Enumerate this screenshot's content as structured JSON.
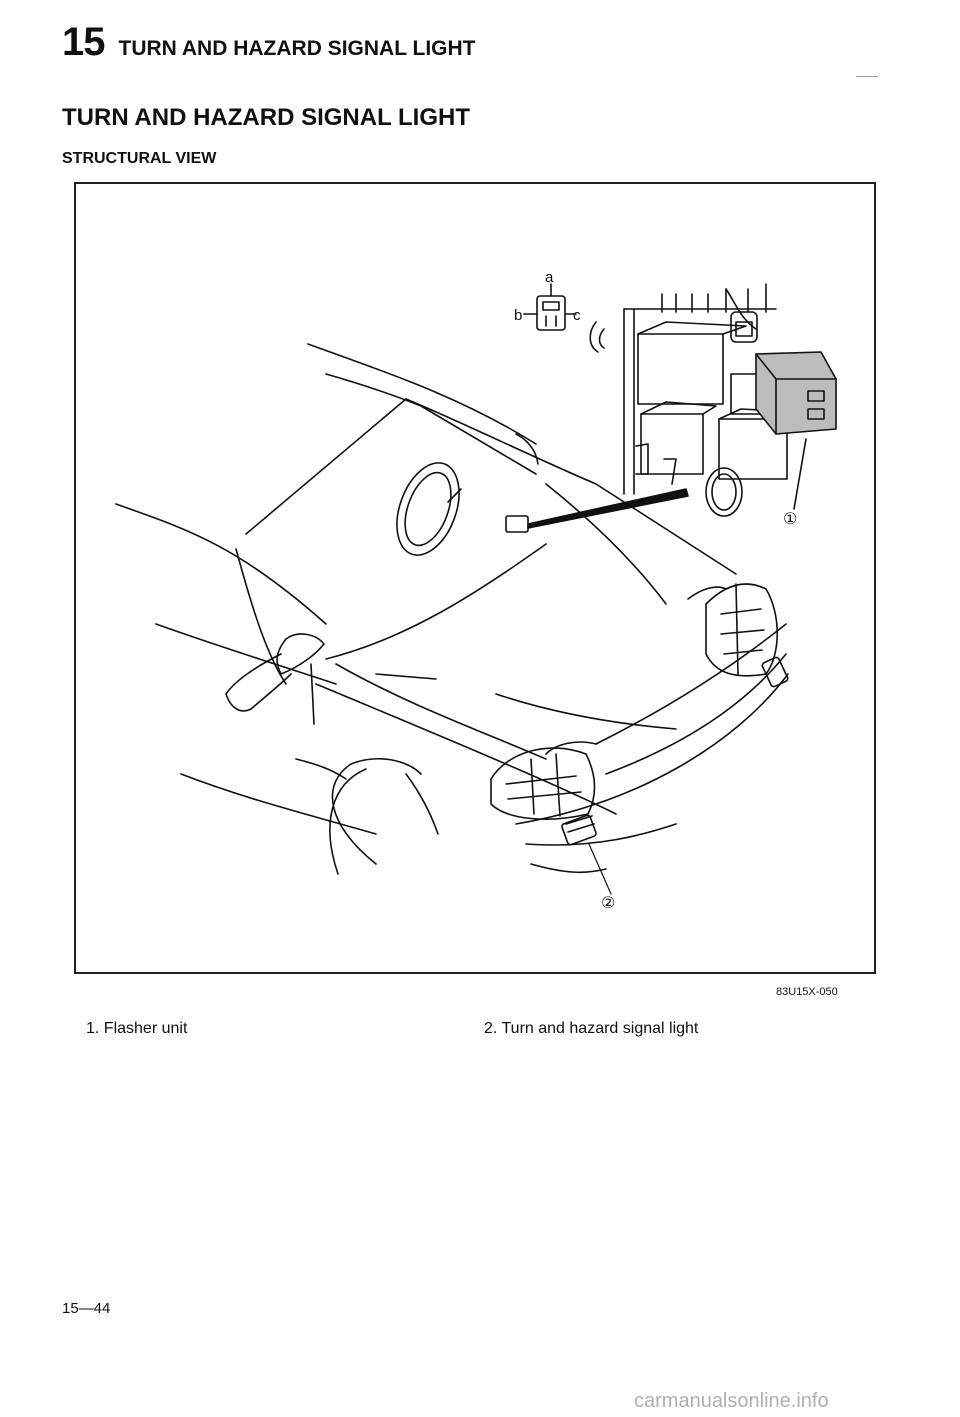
{
  "header": {
    "chapter_number": "15",
    "chapter_title": "TURN AND HAZARD SIGNAL LIGHT"
  },
  "section_title": "TURN AND HAZARD SIGNAL LIGHT",
  "sub_title": "STRUCTURAL VIEW",
  "figure": {
    "code": "83U15X-050",
    "connector_labels": [
      "a",
      "b",
      "c"
    ],
    "callouts": [
      "①",
      "②"
    ]
  },
  "captions": [
    "1. Flasher unit",
    "2. Turn and hazard signal light"
  ],
  "page_number": "15—44",
  "watermark": "carmanualsonline.info"
}
